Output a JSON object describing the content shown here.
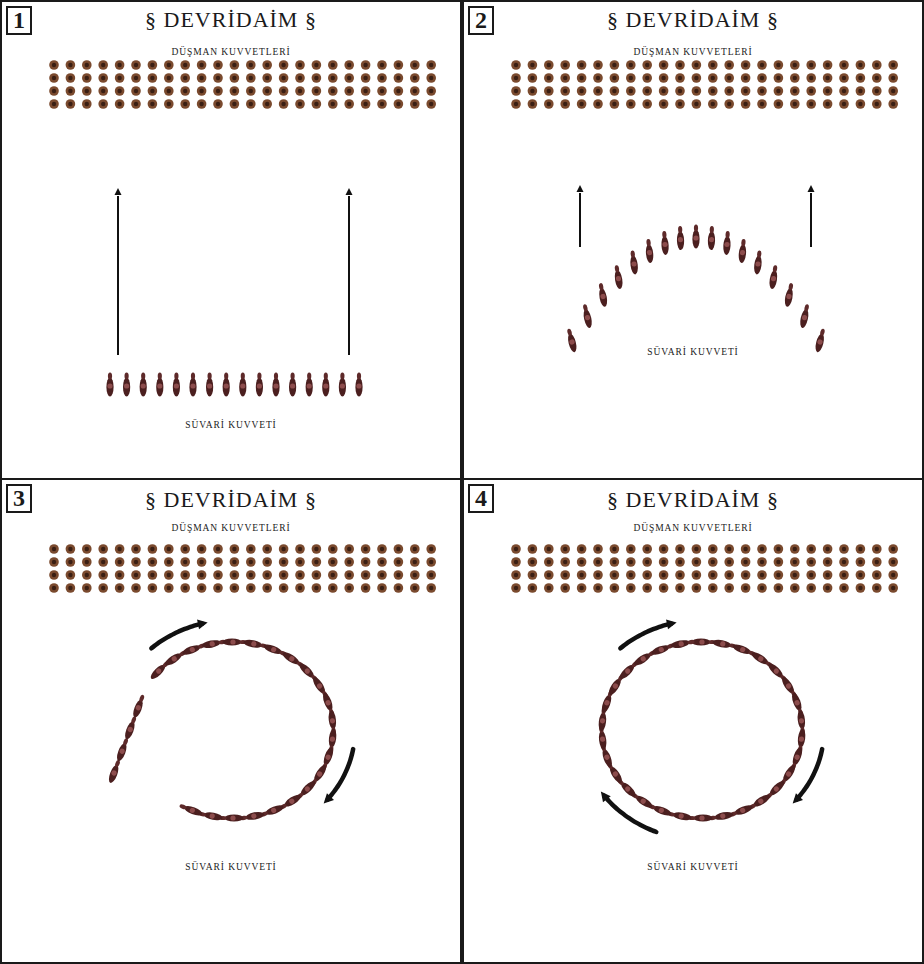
{
  "diagram": {
    "nodes": [
      {
        "text": [
          "§ DEVRİDAİM §",
          "DÜŞMAN KUVVETLERİ",
          "SÜVARİ KUVVETİ"
        ]
      },
      {
        "text": [
          "1"
        ],
        "in": 0
      },
      {
        "text": [
          "§ DEVRİDAİM §",
          "DÜŞMAN KUVVETLERİ",
          "SÜVARİ KUVVETİ"
        ]
      },
      {
        "text": [
          "2"
        ],
        "in": 2
      },
      {
        "text": [
          "§ DEVRİDAİM §",
          "DÜŞMAN KUVVETLERİ",
          "SÜVARİ KUVVETİ"
        ]
      },
      {
        "text": [
          "3"
        ],
        "in": 4
      },
      {
        "text": [
          "§ DEVRİDAİM §",
          "DÜŞMAN KUVVETLERİ",
          "SÜVARİ KUVVETİ"
        ]
      },
      {
        "text": [
          "4"
        ],
        "in": 6
      }
    ]
  }
}
